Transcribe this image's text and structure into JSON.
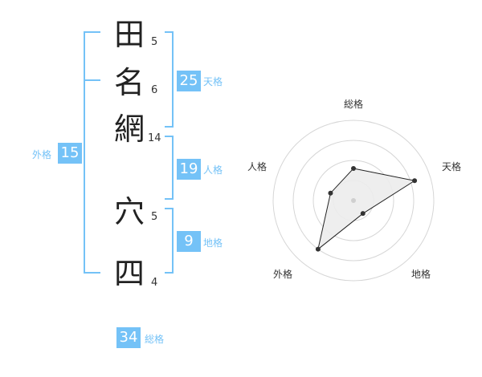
{
  "name": {
    "characters": [
      {
        "char": "田",
        "strokes": "5"
      },
      {
        "char": "名",
        "strokes": "6"
      },
      {
        "char": "網",
        "strokes": "14"
      },
      {
        "char": "穴",
        "strokes": "5"
      },
      {
        "char": "四",
        "strokes": "4"
      }
    ]
  },
  "kakusu": {
    "tenkaku": {
      "label": "天格",
      "value": "25"
    },
    "jinkaku": {
      "label": "人格",
      "value": "19"
    },
    "chikaku": {
      "label": "地格",
      "value": "9"
    },
    "gaikaku": {
      "label": "外格",
      "value": "15"
    },
    "soukaku": {
      "label": "総格",
      "value": "34"
    }
  },
  "colors": {
    "accent": "#74c2f7",
    "ring": "#d6d6d6",
    "fill": "#ececec",
    "text": "#222222"
  },
  "chart_data": {
    "type": "radar",
    "axes": [
      "総格",
      "天格",
      "地格",
      "外格",
      "人格"
    ],
    "values": [
      0.4,
      0.8,
      0.2,
      0.75,
      0.3
    ],
    "scale": [
      0,
      1
    ],
    "rings": 4
  }
}
